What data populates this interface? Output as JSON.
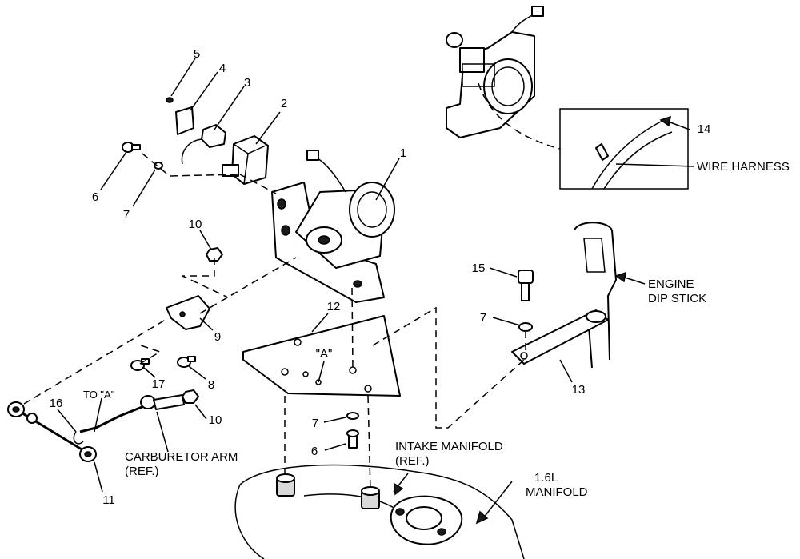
{
  "callouts": [
    "1",
    "2",
    "3",
    "4",
    "5",
    "6",
    "7",
    "10",
    "9",
    "17",
    "8",
    "12",
    "\"A\"",
    "7",
    "6",
    "15",
    "7",
    "13",
    "14",
    "16",
    "10",
    "11"
  ],
  "labels": {
    "to_a": "TO \"A\"",
    "carb_arm_line1": "CARBURETOR ARM",
    "carb_arm_line2": "(REF.)",
    "intake_line1": "INTAKE MANIFOLD",
    "intake_line2": "(REF.)",
    "manifold_line1": "1.6L",
    "manifold_line2": "MANIFOLD",
    "dipstick_line1": "ENGINE",
    "dipstick_line2": "DIP STICK",
    "wire_harness": "WIRE HARNESS"
  }
}
